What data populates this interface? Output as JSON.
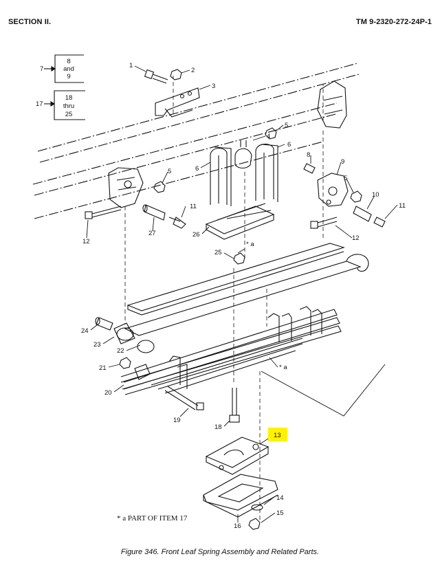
{
  "header": {
    "section": "SECTION II.",
    "manual": "TM 9-2320-272-24P-1"
  },
  "callouts": {
    "c1": "1",
    "c2": "2",
    "c3": "3",
    "c4": "4",
    "c5a": "5",
    "c5b": "5",
    "c5c": "5",
    "c6a": "6",
    "c6b": "6",
    "c8": "8",
    "c9": "9",
    "c10": "10",
    "c11a": "11",
    "c11b": "11",
    "c12a": "12",
    "c12b": "12",
    "c13": "13",
    "c14": "14",
    "c15": "15",
    "c16": "16",
    "c17": "17",
    "c18": "18",
    "c19": "19",
    "c20": "20",
    "c21": "21",
    "c22": "22",
    "c23": "23",
    "c24": "24",
    "c25": "25",
    "c26": "26",
    "c27": "27",
    "c7": "7"
  },
  "ref_box_a": {
    "line1": "8",
    "line2": "and",
    "line3": "9"
  },
  "ref_box_b": {
    "line1": "18",
    "line2": "thru",
    "line3": "25"
  },
  "part_marks": {
    "star_a_1": "* a",
    "star_a_2": "* a"
  },
  "note": "* a   PART OF ITEM 17",
  "highlight_color": "#fff200",
  "caption": "Figure 346.  Front Leaf Spring Assembly and Related Parts."
}
